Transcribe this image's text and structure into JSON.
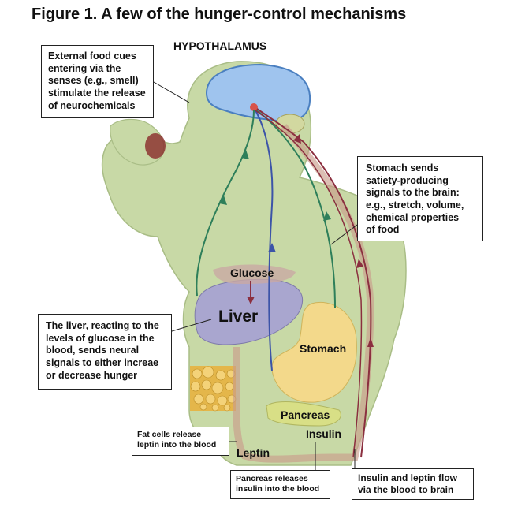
{
  "title": "Figure 1. A few of the hunger-control mechanisms",
  "labels": {
    "hypothalamus": "HYPOTHALAMUS",
    "glucose": "Glucose",
    "liver": "Liver",
    "stomach": "Stomach",
    "pancreas": "Pancreas",
    "insulin": "Insulin",
    "leptin": "Leptin"
  },
  "callouts": {
    "external": [
      "External food cues",
      "entering via the",
      "senses (e.g., smell)",
      "stimulate the release",
      "of neurochemicals"
    ],
    "stomach": [
      "Stomach sends",
      "satiety-producing",
      "signals to the brain:",
      "e.g., stretch, volume,",
      "chemical properties",
      "of food"
    ],
    "liver": [
      "The liver, reacting to the",
      "levels of glucose in the",
      "blood, sends neural",
      "signals to either increae",
      "or decrease hunger"
    ],
    "fat": [
      "Fat cells release",
      "leptin into the blood"
    ],
    "pancreas": [
      "Pancreas releases",
      "insulin into the blood"
    ],
    "flow": [
      "Insulin and leptin flow",
      "via the blood to brain"
    ]
  },
  "colors": {
    "body": "#c8d9a6",
    "body_edge": "#a9bd86",
    "brain": "#9fc4ee",
    "brain_edge": "#4a7fc0",
    "liver": "#a9a6cf",
    "stomach": "#f3d98b",
    "pancreas": "#d8df86",
    "green_path": "#2e7f5a",
    "blue_path": "#3c54a8",
    "red_path": "#8b2f3f",
    "vessel": "#c99c8c"
  }
}
